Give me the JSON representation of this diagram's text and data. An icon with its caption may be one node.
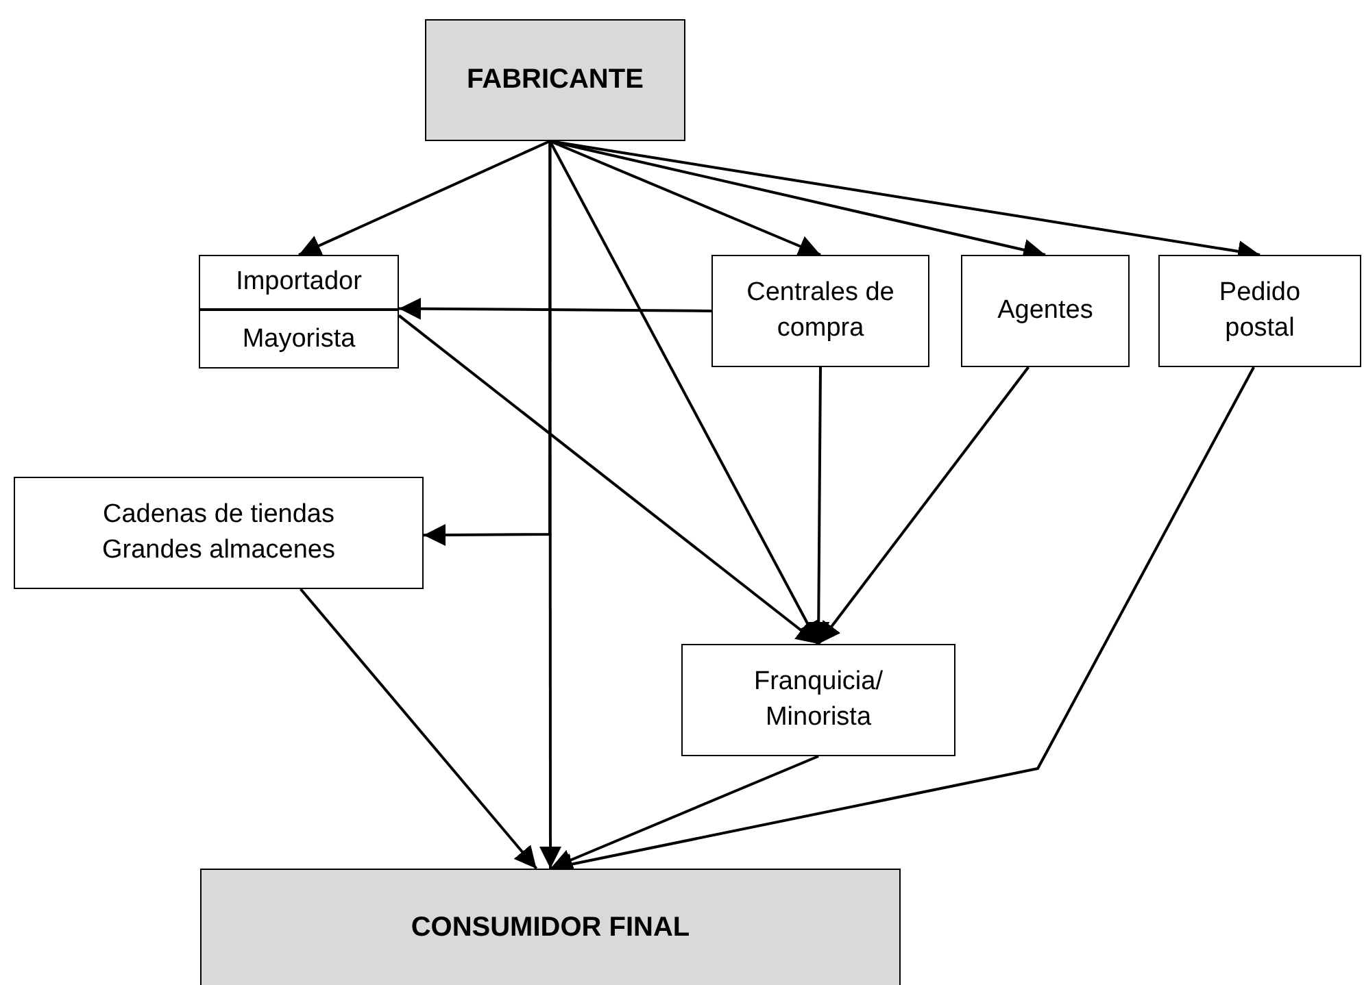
{
  "diagram": {
    "nodes": [
      {
        "text": [
          "FABRICANTE"
        ]
      },
      {
        "text": [
          "Importador"
        ]
      },
      {
        "text": [
          "Mayorista"
        ]
      },
      {
        "text": [
          "Centrales de compra"
        ]
      },
      {
        "text": [
          "Agentes"
        ]
      },
      {
        "text": [
          "Pedido postal"
        ]
      },
      {
        "text": [
          "Cadenas de tiendas Grandes almacenes"
        ]
      },
      {
        "text": [
          "Franquicia/ Minorista"
        ]
      },
      {
        "text": [
          "CONSUMIDOR FINAL"
        ]
      }
    ],
    "edges": [
      {
        "from": 0,
        "to": 1,
        "arrow": "to"
      },
      {
        "from": 0,
        "to": 8,
        "arrow": "to"
      },
      {
        "from": 0,
        "to": 6,
        "arrow": "to"
      },
      {
        "from": 0,
        "to": 7,
        "arrow": "to"
      },
      {
        "from": 0,
        "to": 3,
        "arrow": "to"
      },
      {
        "from": 0,
        "to": 4,
        "arrow": "to"
      },
      {
        "from": 0,
        "to": 5,
        "arrow": "to"
      },
      {
        "from": 3,
        "to": 1,
        "arrow": "to"
      },
      {
        "from": 2,
        "to": 7,
        "arrow": "to"
      },
      {
        "from": 3,
        "to": 7,
        "arrow": "to"
      },
      {
        "from": 4,
        "to": 7,
        "arrow": "to"
      },
      {
        "from": 6,
        "to": 8,
        "arrow": "to"
      },
      {
        "from": 7,
        "to": 8,
        "arrow": "to"
      },
      {
        "from": 5,
        "to": 8,
        "arrow": "to"
      }
    ]
  }
}
